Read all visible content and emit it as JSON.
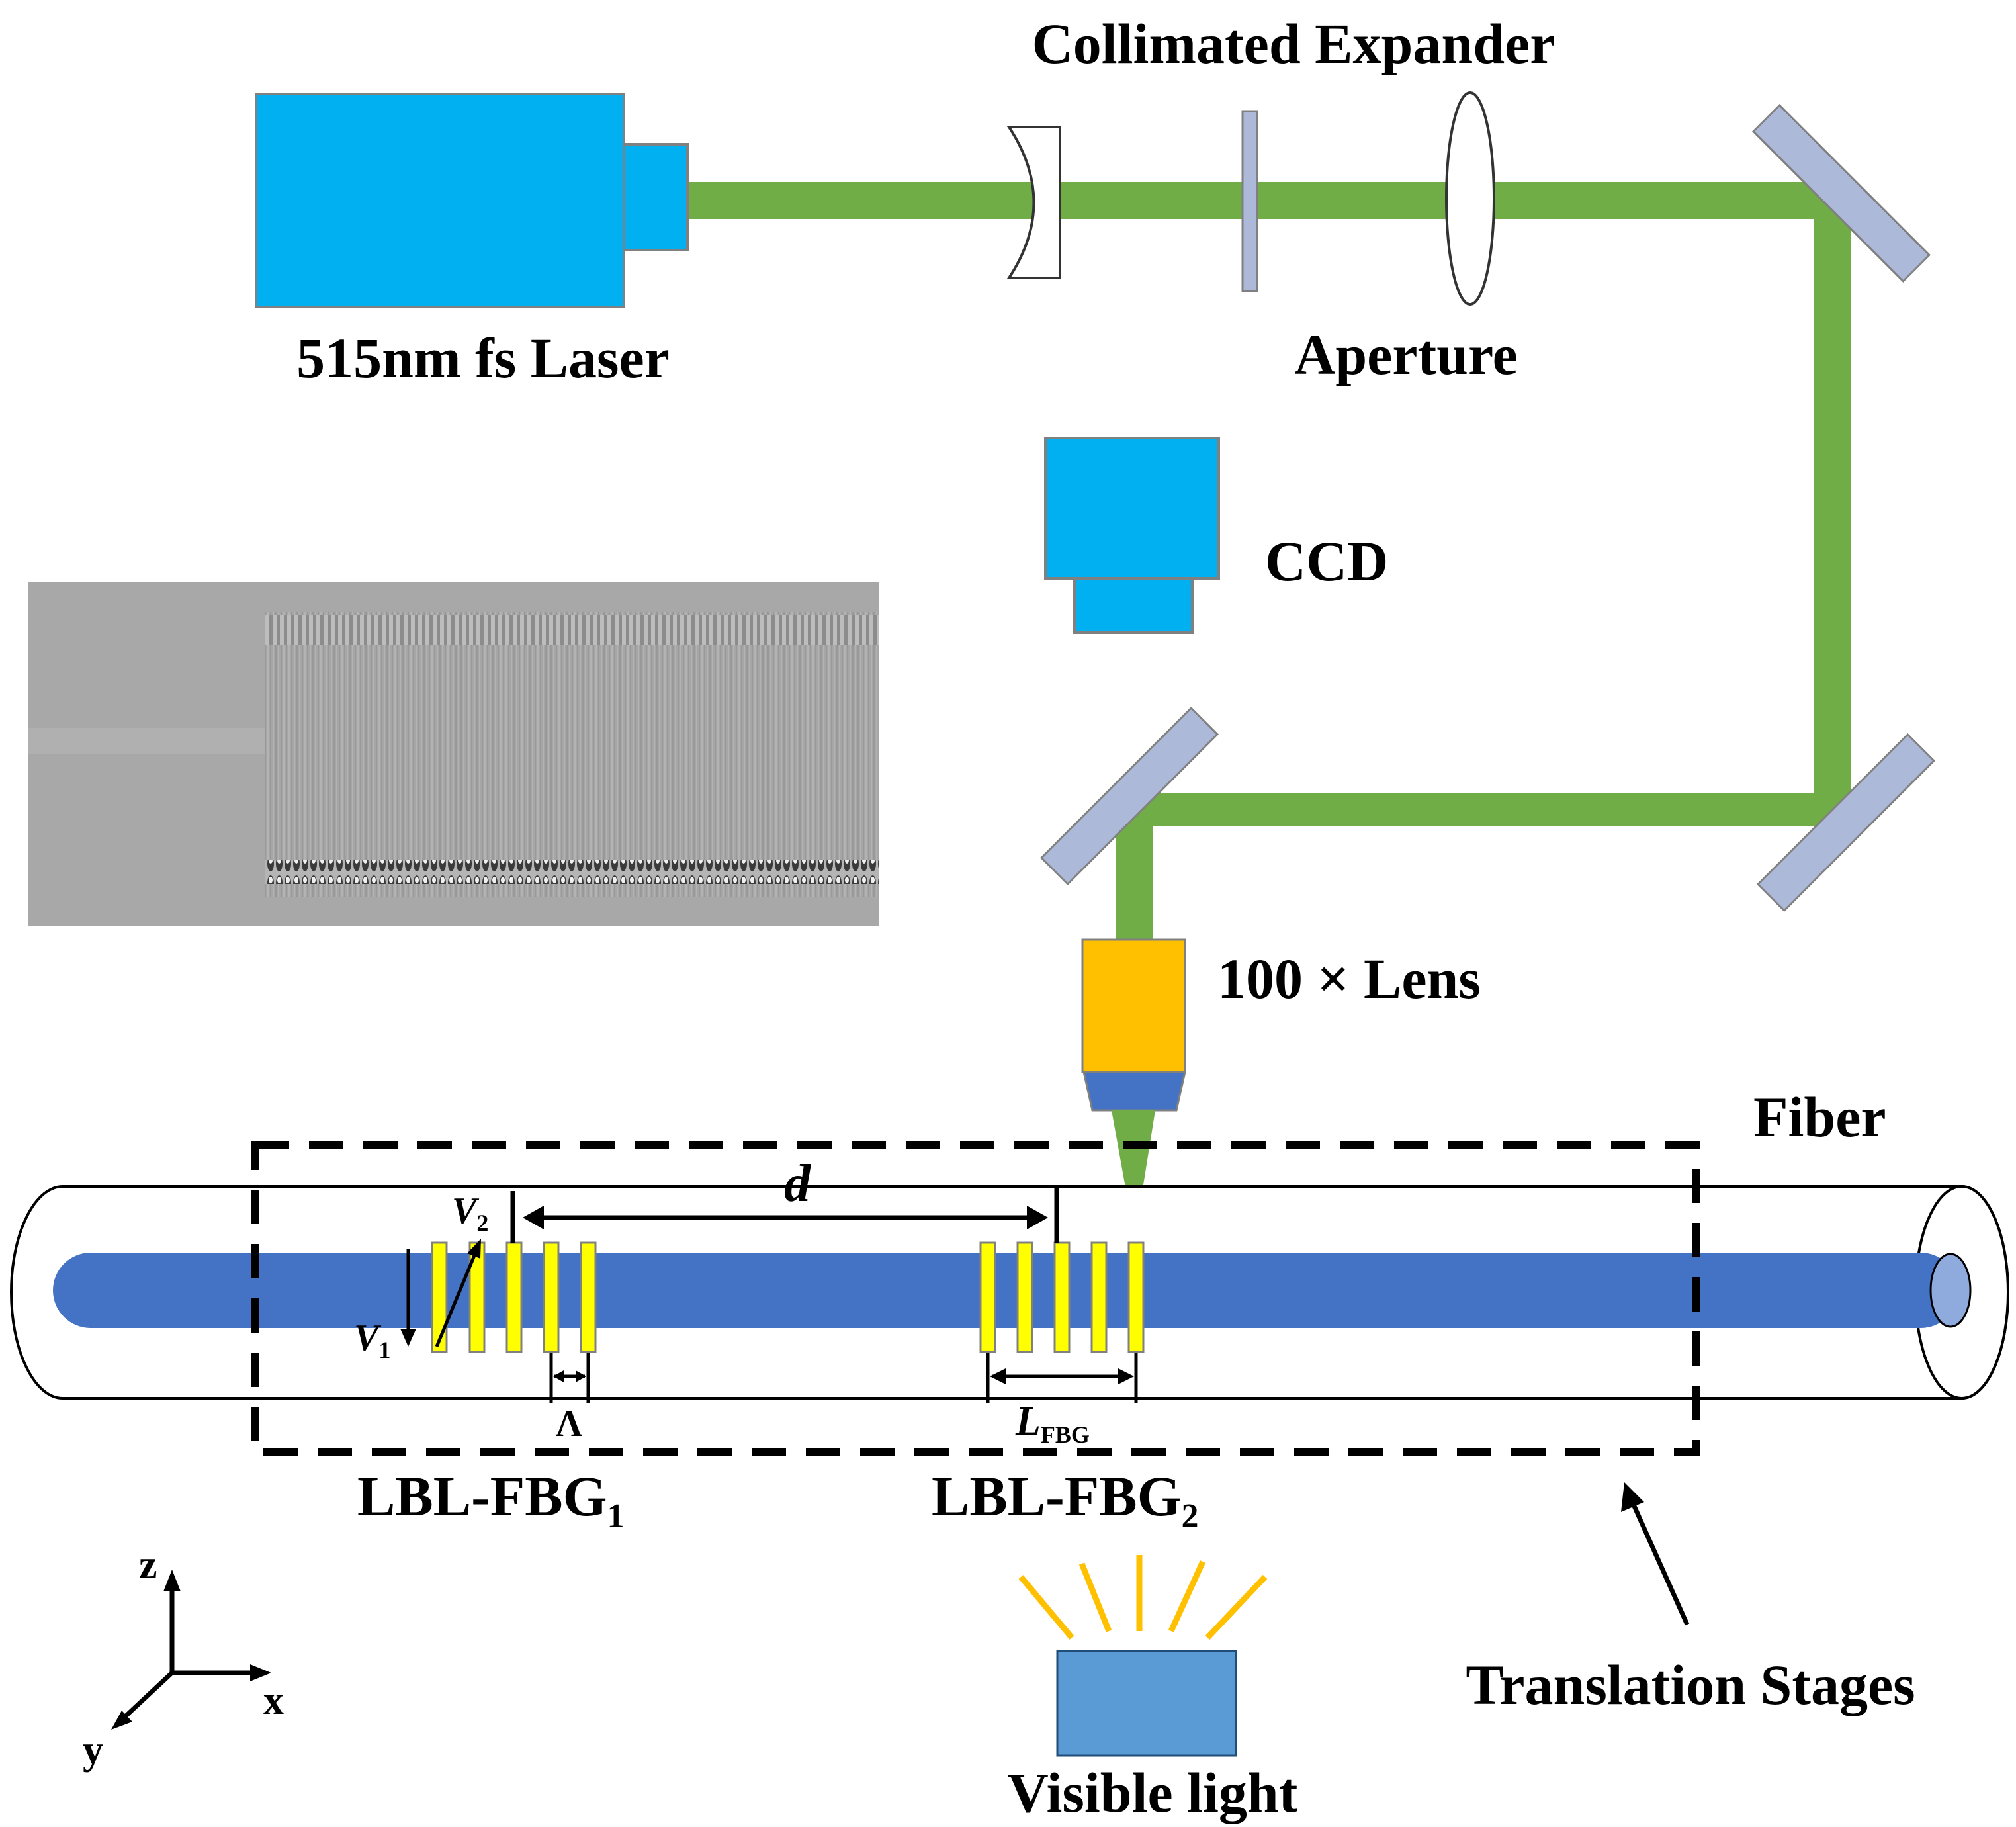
{
  "labels": {
    "laser": "515nm fs Laser",
    "collimated_expander": "Collimated Expander",
    "aperture": "Aperture",
    "ccd": "CCD",
    "lens": "100 × Lens",
    "fiber": "Fiber",
    "grating1_main": "LBL-FBG",
    "grating1_sub": "1",
    "grating2_main": "LBL-FBG",
    "grating2_sub": "2",
    "translation_stages": "Translation Stages",
    "visible_light": "Visible light",
    "distance_d": "d",
    "period": "Λ",
    "length_main": "L",
    "length_sub": "FBG",
    "v1_main": "V",
    "v1_sub": "1",
    "v2_main": "V",
    "v2_sub": "2",
    "axis_z": "z",
    "axis_x": "x",
    "axis_y": "y"
  },
  "colors": {
    "laser_body": "#00b0f0",
    "beam": "#70ad47",
    "mirror": "#adb9d9",
    "lens_body": "#ffc000",
    "lens_tip": "#4472c4",
    "fiber_core": "#4472c4",
    "grating_marks": "#ffff00",
    "light_rays": "#ffc000",
    "light_source": "#5b9bd5"
  },
  "micrograph": {
    "name": "fiber-grating-micrograph"
  }
}
